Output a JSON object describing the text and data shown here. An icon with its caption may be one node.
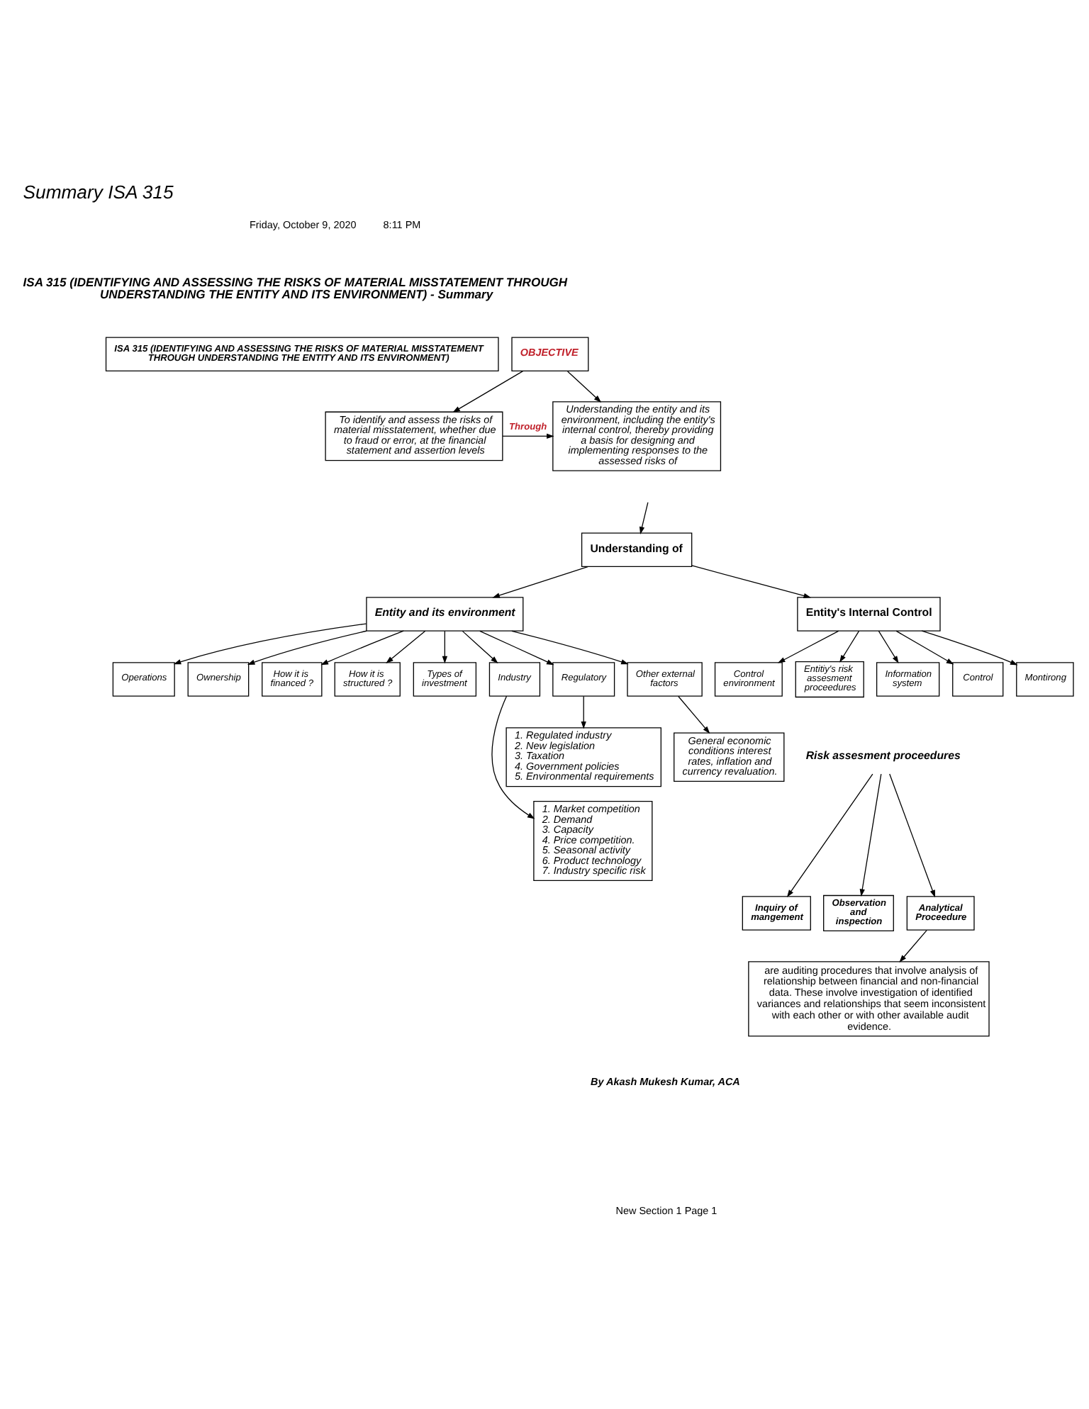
{
  "diagram": {
    "title": "Summary ISA 315",
    "nodes": [
      {
        "text": [
          "ISA 315 (IDENTIFYING AND ASSESSING THE RISKS OF MATERIAL MISSTATEMENT THROUGH UNDERSTANDING THE ENTITY AND ITS ENVIRONMENT)"
        ]
      },
      {
        "text": [
          "OBJECTIVE"
        ]
      },
      {
        "text": [
          "To identify and assess the risks of material misstatement, whether due to fraud or error, at the financial statement and assertion levels"
        ]
      },
      {
        "text": [
          "Understanding the entity and its environment, including the entity's internal control, thereby providing a basis for designing and implementing responses to the assessed risks of"
        ]
      },
      {
        "text": [
          "Understanding of"
        ]
      },
      {
        "text": [
          "Entity and its environment"
        ]
      },
      {
        "text": [
          "Entity's Internal Control"
        ]
      },
      {
        "text": [
          "Operations"
        ]
      },
      {
        "text": [
          "Ownership"
        ]
      },
      {
        "text": [
          "How it is financed ?"
        ]
      },
      {
        "text": [
          "How it is structured ?"
        ]
      },
      {
        "text": [
          "Types of investment"
        ]
      },
      {
        "text": [
          "Control environment"
        ]
      },
      {
        "text": [
          "Entitiy's risk assesment proceedures"
        ]
      },
      {
        "text": [
          "Information system"
        ]
      },
      {
        "text": [
          "Control"
        ]
      },
      {
        "text": [
          "Montirong"
        ]
      },
      {
        "text": [
          "Industry"
        ]
      },
      {
        "text": [
          "Regulatory"
        ]
      },
      {
        "text": [
          "Other external factors"
        ]
      },
      {
        "text": [
          "1. Market competition 2. Demand 3. Capacity 4. Price competition. 5. Seasonal activity 6. Product technology 7. Industry specific risk"
        ]
      },
      {
        "text": [
          "1. Regulated industry 2. New legislation 3. Taxation 4. Government policies 5. Environmental requirements"
        ]
      },
      {
        "text": [
          "General economic conditions interest rates, inflation and currency revaluation."
        ]
      },
      {
        "text": [
          "Risk assesment proceedures"
        ]
      },
      {
        "text": [
          "Inquiry of mangement"
        ]
      },
      {
        "text": [
          "Observation and inspection"
        ]
      },
      {
        "text": [
          "Analytical Proceedure"
        ]
      },
      {
        "text": [
          "are auditing procedures that involve analysis of relationship between financial and non-financial data. These involve investigation of identified variances and relationships that seem inconsistent with each other or with other available audit evidence."
        ]
      }
    ],
    "edges": [
      {
        "from": 1,
        "to": 2,
        "arrow": "to"
      },
      {
        "from": 1,
        "to": 3,
        "arrow": "to"
      },
      {
        "from": 2,
        "to": 3,
        "arrow": "to",
        "label": "Through"
      },
      {
        "from": null,
        "to": 4,
        "arrow": "to"
      },
      {
        "from": 4,
        "to": 5,
        "arrow": "to"
      },
      {
        "from": 4,
        "to": 6,
        "arrow": "to"
      },
      {
        "from": 5,
        "to": 7,
        "arrow": "to"
      },
      {
        "from": 5,
        "to": 8,
        "arrow": "to"
      },
      {
        "from": 5,
        "to": 9,
        "arrow": "to"
      },
      {
        "from": 5,
        "to": 10,
        "arrow": "to"
      },
      {
        "from": 5,
        "to": 11,
        "arrow": "to"
      },
      {
        "from": 6,
        "to": 12,
        "arrow": "to"
      },
      {
        "from": 6,
        "to": 13,
        "arrow": "to"
      },
      {
        "from": 6,
        "to": 14,
        "arrow": "to"
      },
      {
        "from": 6,
        "to": 15,
        "arrow": "to"
      },
      {
        "from": 6,
        "to": 16,
        "arrow": "to"
      },
      {
        "from": 5,
        "to": 17,
        "arrow": "to"
      },
      {
        "from": 5,
        "to": 18,
        "arrow": "to"
      },
      {
        "from": 5,
        "to": 19,
        "arrow": "to"
      },
      {
        "from": 17,
        "to": 20,
        "arrow": "to"
      },
      {
        "from": 18,
        "to": 21,
        "arrow": "to"
      },
      {
        "from": 19,
        "to": 22,
        "arrow": "to"
      },
      {
        "from": 23,
        "to": 24,
        "arrow": "to"
      },
      {
        "from": 23,
        "to": 25,
        "arrow": "to"
      },
      {
        "from": 23,
        "to": 26,
        "arrow": "to"
      },
      {
        "from": 26,
        "to": 27,
        "arrow": "to"
      }
    ],
    "labels": [
      "Friday, October 9, 2020",
      "8:11 PM",
      "ISA 315 (IDENTIFYING AND ASSESSING THE RISKS OF MATERIAL MISSTATEMENT THROUGH UNDERSTANDING THE ENTITY AND ITS ENVIRONMENT) - Summary",
      "By Akash Mukesh Kumar, ACA",
      "New Section 1 Page 1"
    ]
  }
}
